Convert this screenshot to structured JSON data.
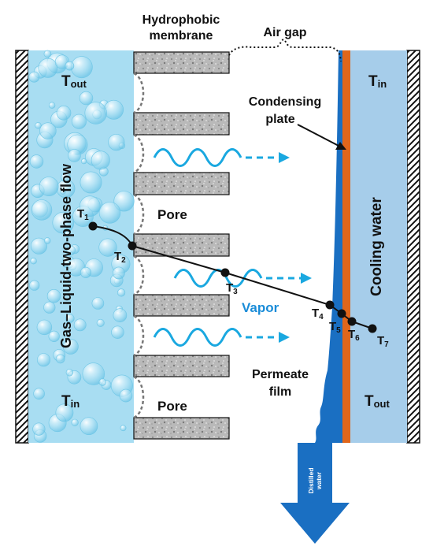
{
  "labels": {
    "membrane": "Hydrophobic membrane",
    "membrane_line1": "Hydrophobic",
    "membrane_line2": "membrane",
    "air_gap": "Air gap",
    "condensing_plate_line1": "Condensing",
    "condensing_plate_line2": "plate",
    "cooling_water": "Cooling water",
    "flow": "Gas–Liquid-two-phase flow",
    "pore_upper": "Pore",
    "pore_lower": "Pore",
    "vapor": "Vapor",
    "permeate_line1": "Permeate",
    "permeate_line2": "film",
    "distilled_line1": "Distilled",
    "distilled_line2": "water"
  },
  "temperatures": {
    "feed_top": {
      "main": "T",
      "sub": "out"
    },
    "feed_bottom": {
      "main": "T",
      "sub": "in"
    },
    "coolant_top": {
      "main": "T",
      "sub": "in"
    },
    "coolant_bottom": {
      "main": "T",
      "sub": "out"
    },
    "points": [
      {
        "main": "T",
        "sub": "1"
      },
      {
        "main": "T",
        "sub": "2"
      },
      {
        "main": "T",
        "sub": "3"
      },
      {
        "main": "T",
        "sub": "4"
      },
      {
        "main": "T",
        "sub": "5"
      },
      {
        "main": "T",
        "sub": "6"
      },
      {
        "main": "T",
        "sub": "7"
      }
    ]
  },
  "colors": {
    "feed": "#a8ddf2",
    "cooling": "#a6cdea",
    "plate": "#e0661b",
    "film": "#1a6fc2",
    "arrow": "#1aa8e0",
    "vapor_text": "#1a8cd8",
    "membrane": "#b7b7b7",
    "drain": "#1a6fc2"
  }
}
